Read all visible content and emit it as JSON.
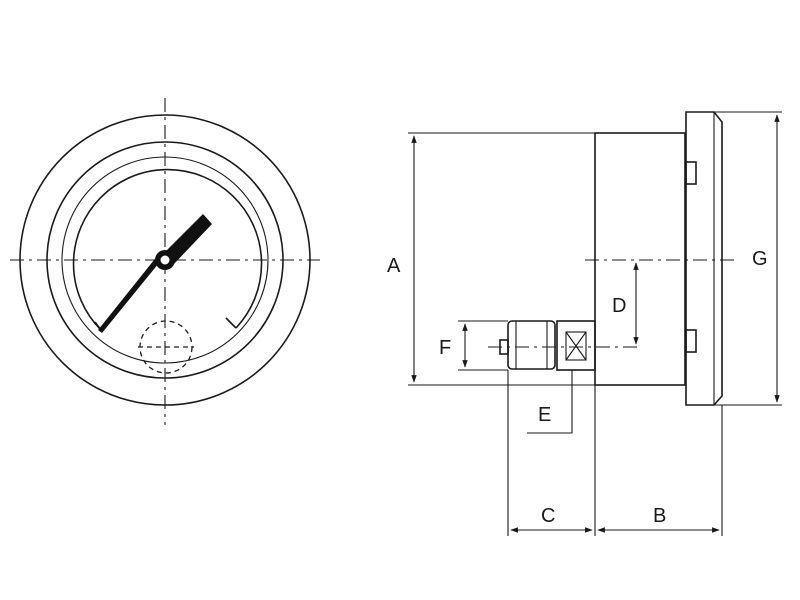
{
  "labels": {
    "A": "A",
    "B": "B",
    "C": "C",
    "D": "D",
    "E": "E",
    "F": "F",
    "G": "G"
  },
  "colors": {
    "line": "#1a1a1a",
    "background": "#ffffff"
  }
}
